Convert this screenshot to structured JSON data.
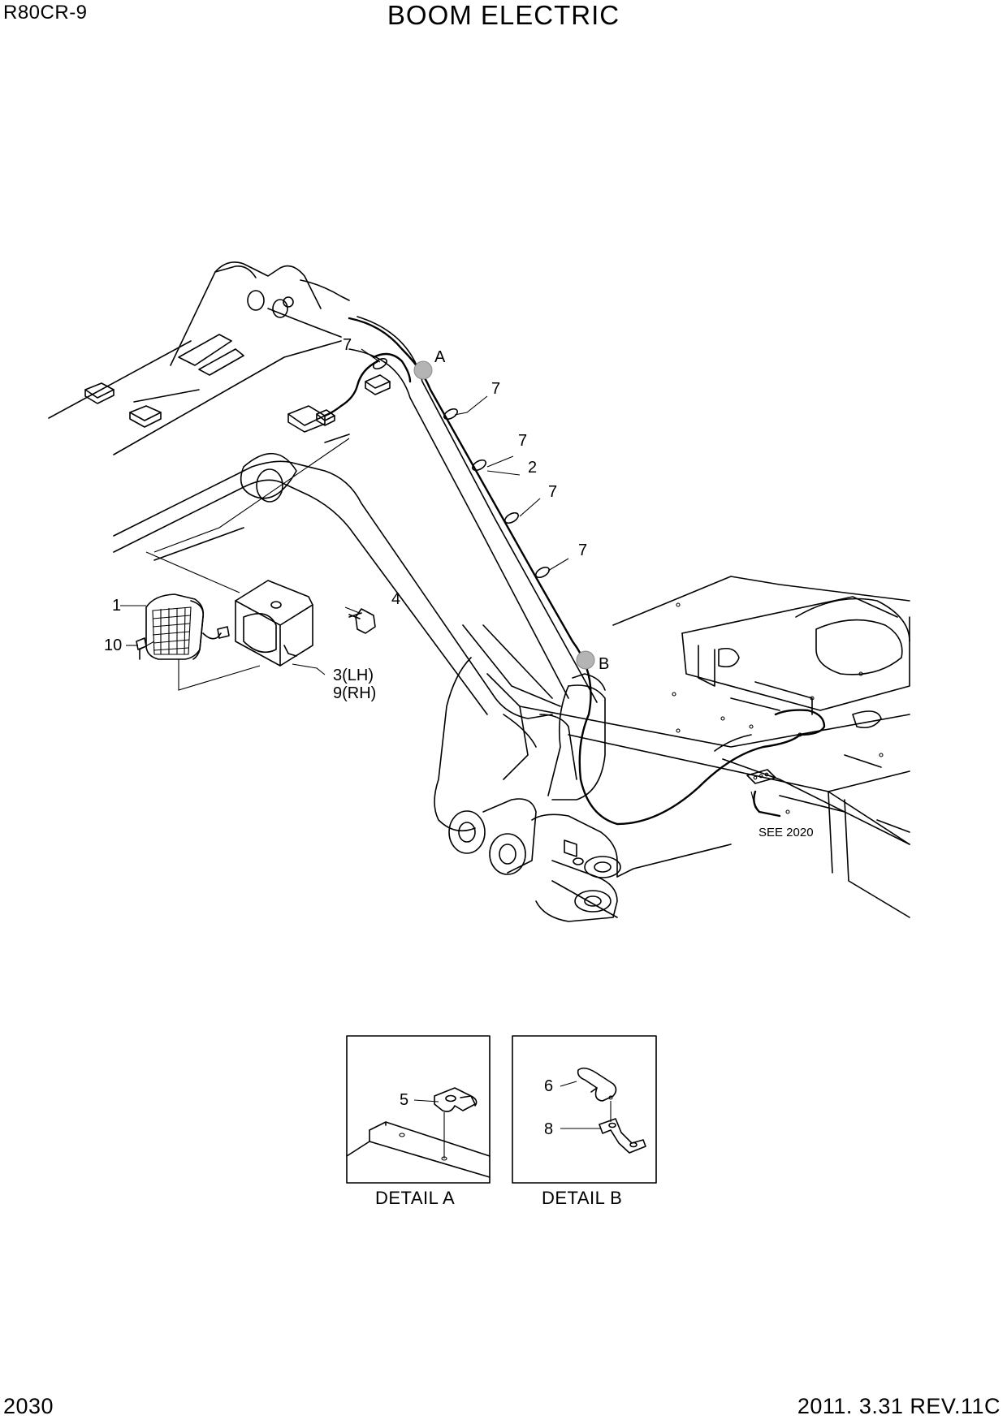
{
  "header": {
    "model": "R80CR-9",
    "title": "BOOM ELECTRIC"
  },
  "footer": {
    "page_number": "2030",
    "revision": "2011. 3.31  REV.11C"
  },
  "callouts": {
    "c1": "1",
    "c2": "2",
    "c3": "3(LH)",
    "c9": "9(RH)",
    "c4": "4",
    "c10": "10",
    "c7a": "7",
    "c7b": "7",
    "c7c": "7",
    "c7d": "7",
    "c7e": "7",
    "cA": "A",
    "cB": "B",
    "c5": "5",
    "c6": "6",
    "c8": "8"
  },
  "reference": {
    "see": "SEE 2020"
  },
  "details": {
    "a_label": "DETAIL A",
    "b_label": "DETAIL B"
  }
}
